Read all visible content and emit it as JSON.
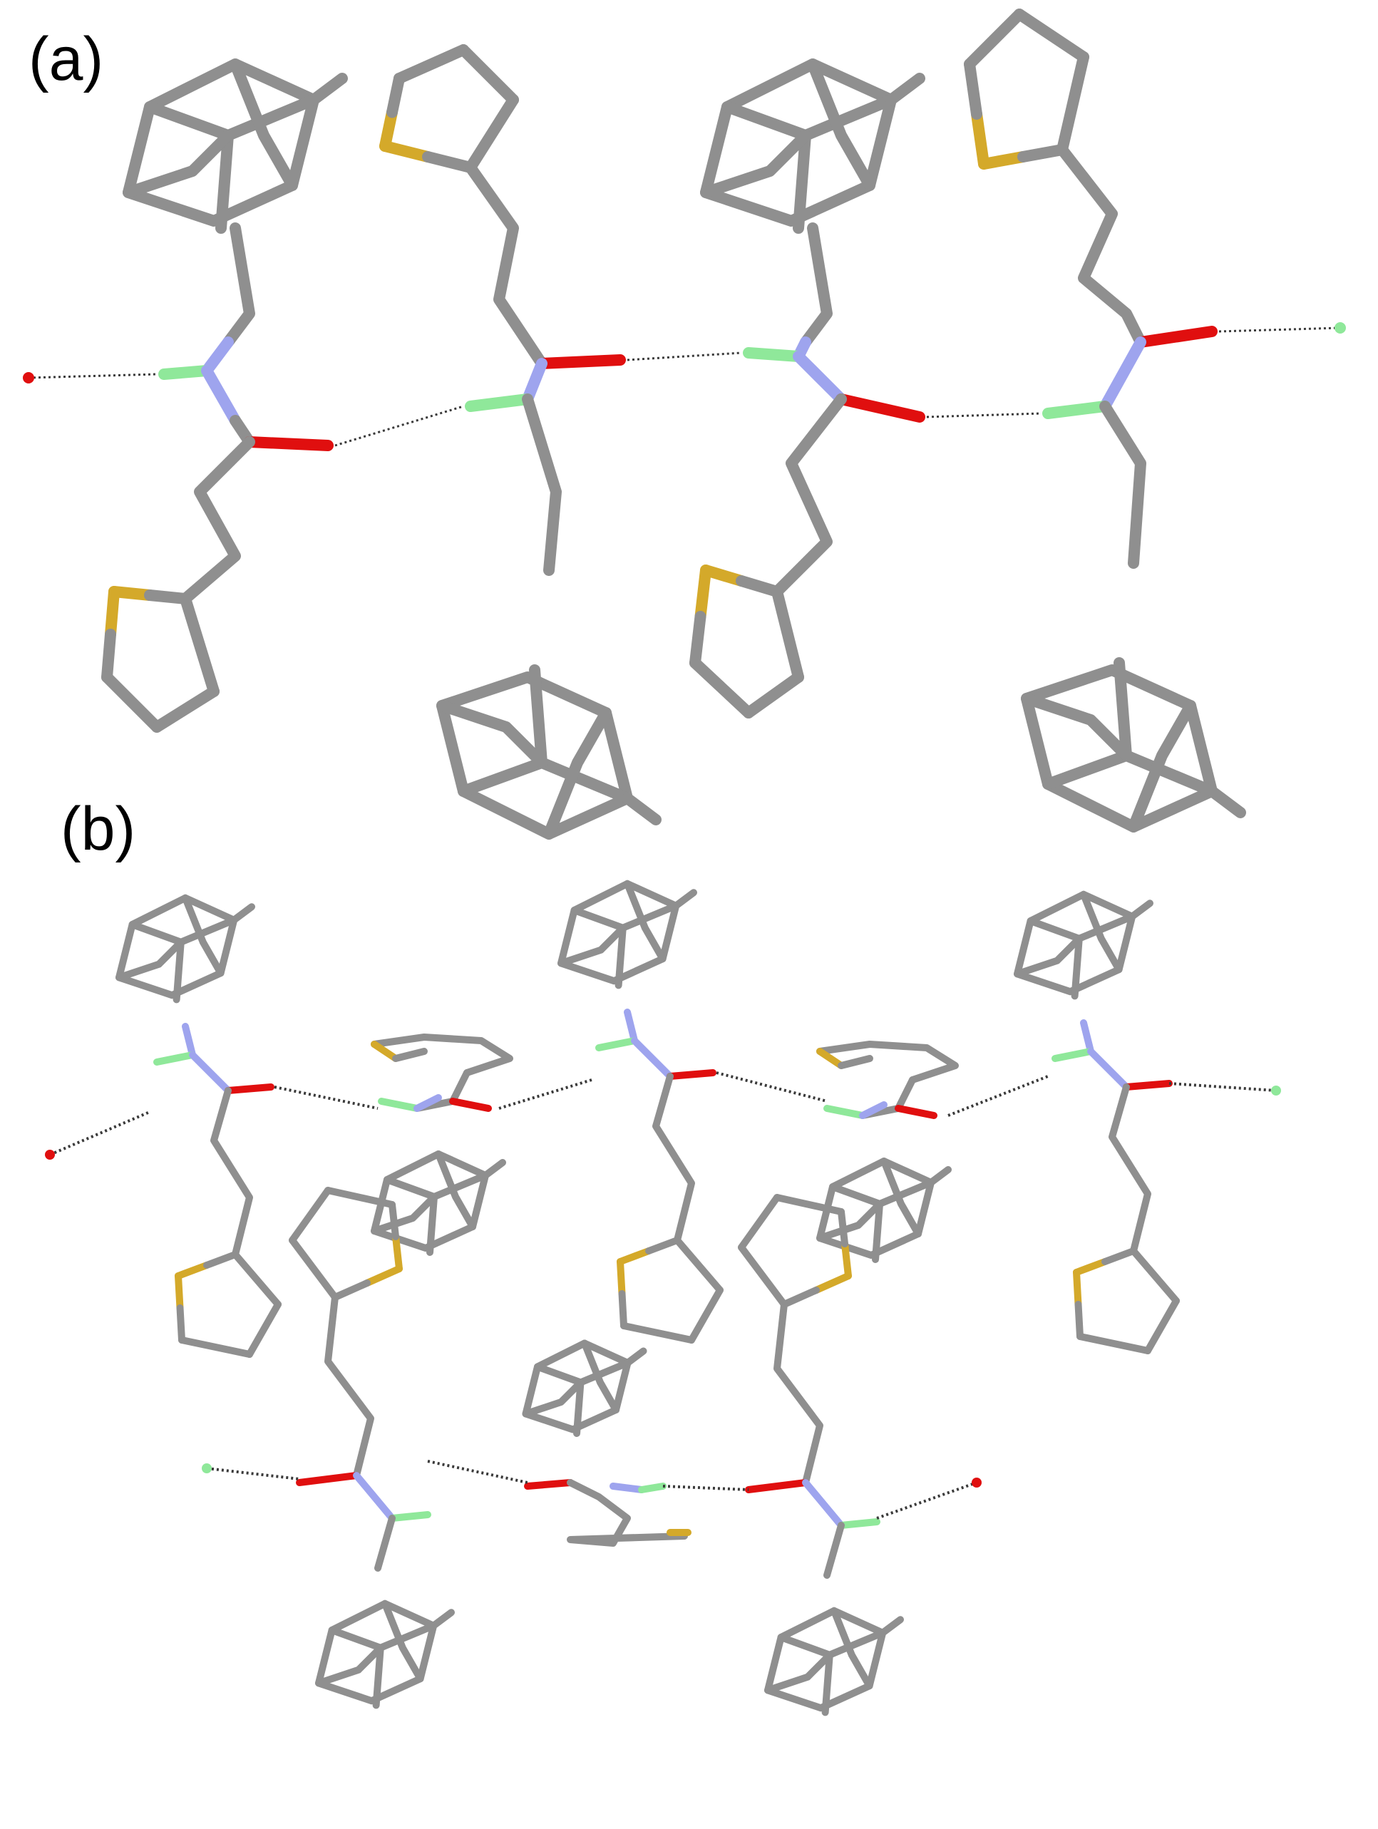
{
  "panels": [
    {
      "id": "a",
      "label": "(a)"
    },
    {
      "id": "b",
      "label": "(b)"
    }
  ],
  "colors": {
    "carbon": "#8f8f8f",
    "sulfur": "#d4a92a",
    "nitrogen": "#9ea4ee",
    "oxygen": "#e00f0f",
    "hydrogen": "#8fe89a",
    "hbond": "#3a3a3a"
  }
}
